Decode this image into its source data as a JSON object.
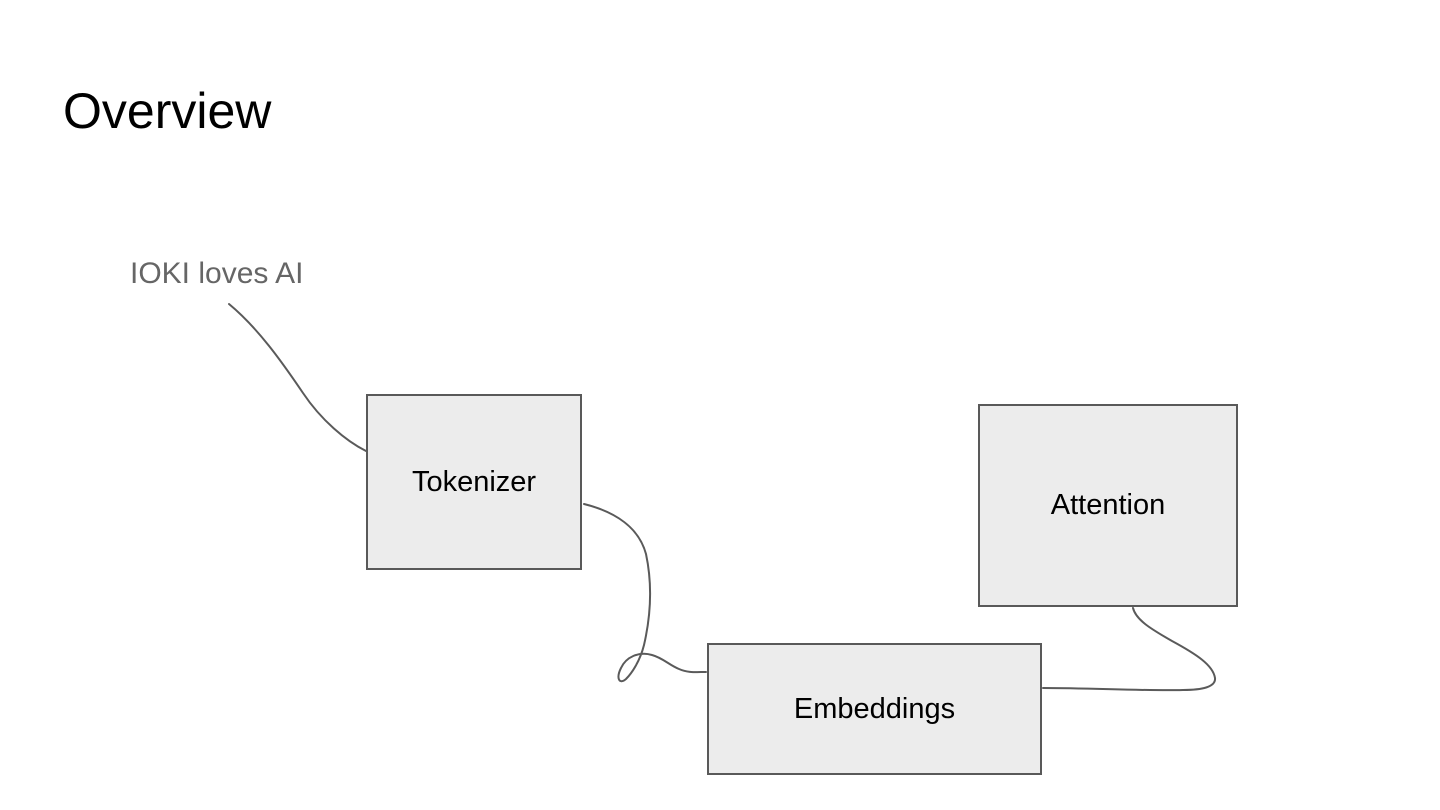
{
  "slide": {
    "title": "Overview",
    "annotation": "IOKI loves AI",
    "nodes": [
      {
        "id": "tokenizer",
        "label": "Tokenizer"
      },
      {
        "id": "embeddings",
        "label": "Embeddings"
      },
      {
        "id": "attention",
        "label": "Attention"
      }
    ],
    "connectors": [
      {
        "id": "annotation-to-tokenizer",
        "from": "IOKI loves AI",
        "to": "Tokenizer"
      },
      {
        "id": "tokenizer-to-embeddings",
        "from": "Tokenizer",
        "to": "Embeddings"
      },
      {
        "id": "attention-to-embeddings",
        "from": "Attention",
        "to": "Embeddings"
      }
    ],
    "colors": {
      "background": "#ffffff",
      "title_text": "#000000",
      "annotation_text": "#666666",
      "node_fill": "#ececec",
      "node_border": "#595959",
      "node_label_text": "#000000",
      "connector_stroke": "#5a5a5a"
    }
  }
}
